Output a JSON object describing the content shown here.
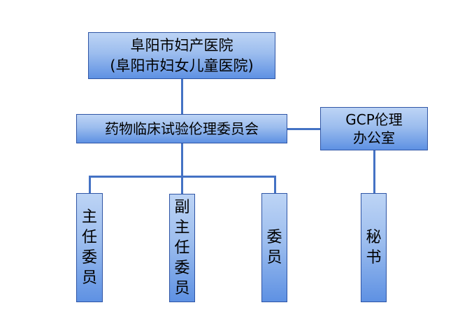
{
  "diagram": {
    "type": "org-chart",
    "root": {
      "line1": "阜阳市妇产医院",
      "line2": "(阜阳市妇女儿童医院)"
    },
    "committee": {
      "label": "药物临床试验伦理委员会"
    },
    "office": {
      "line1": "GCP伦理",
      "line2": "办公室"
    },
    "members": [
      {
        "label": "主任委员"
      },
      {
        "label": "副主任委员"
      },
      {
        "label": "委员"
      }
    ],
    "office_staff": [
      {
        "label": "秘书"
      }
    ],
    "colors": {
      "box_border": "#2f55a5",
      "box_gradient_top": "#bdd4f5",
      "box_gradient_bottom": "#5e91e3",
      "connector": "#4472c4"
    }
  }
}
